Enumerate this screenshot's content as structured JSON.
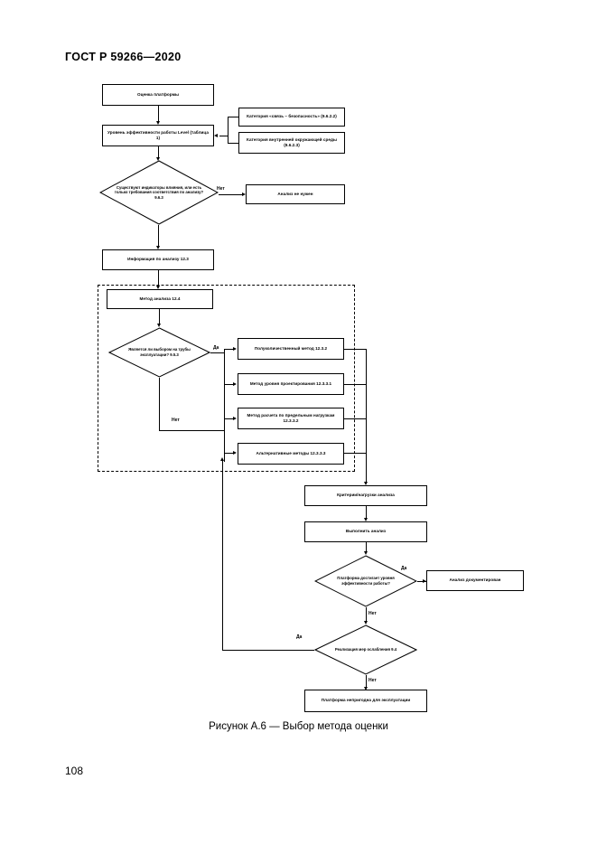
{
  "document": {
    "header": "ГОСТ Р 59266—2020",
    "page_number": "108",
    "figure_caption": "Рисунок А.6 — Выбор метода оценки"
  },
  "flowchart": {
    "nodes": {
      "platform_assessment": "Оценка платформы",
      "performance_level": "Уровень эффективности работы Level (таблица 1)",
      "category_safety": "Категория «связь – безопасность» (9.6.2.2)",
      "category_environment": "Категория внутренней окружающей среды (9.6.2.3)",
      "decision_indicators": "Существуют индикаторы влияния, или есть только требования соответствия по анализу? 9.6.3",
      "no_analysis_needed": "Анализ не нужен",
      "analysis_information": "Информация по анализу 12.3",
      "analysis_method": "Метод анализа 12.4",
      "decision_selection": "Является ли выбором на трубы эксплуатации? 9.5.3",
      "method_semiquantitative": "Полуколичественный метод 12.3.2",
      "method_design_level": "Метод уровня проектирования 12.3.3.1",
      "method_limit_loads": "Метод расчета по предельным нагрузкам 12.3.3.2",
      "method_alternative": "Альтернативные методы 12.3.3.3",
      "criteria_loads": "Критерии/нагрузки анализа",
      "perform_analysis": "Выполнить анализ",
      "decision_platform_meets": "Платформа достигает уровня эффективности работы?",
      "analysis_documented": "Анализ документирован",
      "decision_mitigation": "Реализация мер ослабления 9.4",
      "platform_unsuitable": "Платформа непригодна для эксплуатации"
    },
    "edge_labels": {
      "no_1": "Нет",
      "yes_1": "Да",
      "no_2": "Нет",
      "yes_2": "Да",
      "no_3": "Нет",
      "yes_3": "Да",
      "no_4": "Нет"
    }
  }
}
